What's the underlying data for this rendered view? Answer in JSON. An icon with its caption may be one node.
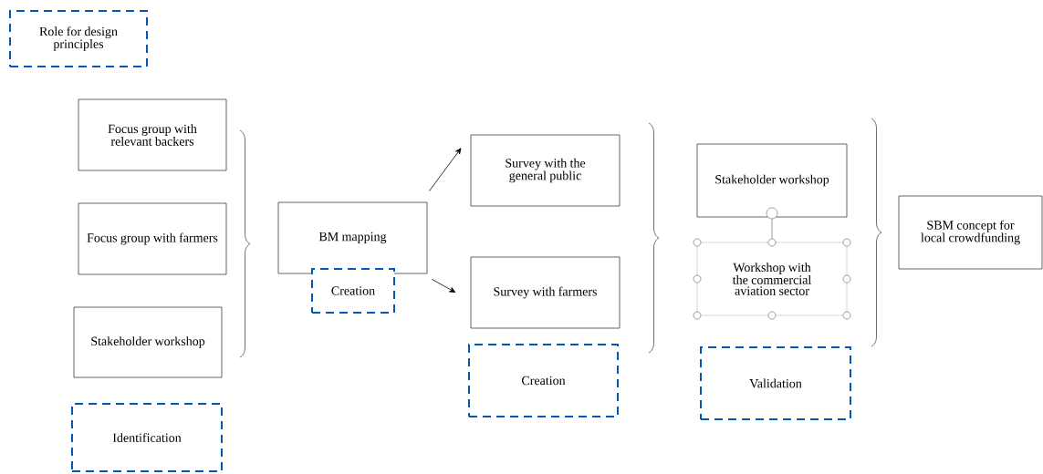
{
  "diagram": {
    "nodes": [
      {
        "text": [
          "Role for design principles"
        ]
      },
      {
        "text": [
          "Focus group with relevant backers"
        ]
      },
      {
        "text": [
          "Focus group with farmers"
        ]
      },
      {
        "text": [
          "Stakeholder workshop"
        ]
      },
      {
        "text": [
          "Identification"
        ]
      },
      {
        "text": [
          "BM mapping"
        ]
      },
      {
        "text": [
          "Creation"
        ]
      },
      {
        "text": [
          "Survey with the general public"
        ]
      },
      {
        "text": [
          "Survey with farmers"
        ]
      },
      {
        "text": [
          "Creation"
        ]
      },
      {
        "text": [
          "Stakeholder workshop"
        ]
      },
      {
        "text": [
          "Workshop with the commercial aviation sector"
        ]
      },
      {
        "text": [
          "Validation"
        ]
      },
      {
        "text": [
          "SBM concept for local crowdfunding"
        ]
      }
    ],
    "edges": [
      {
        "from": 5,
        "to": 7,
        "arrow": "to"
      },
      {
        "from": 5,
        "to": 8,
        "arrow": "to"
      }
    ]
  }
}
